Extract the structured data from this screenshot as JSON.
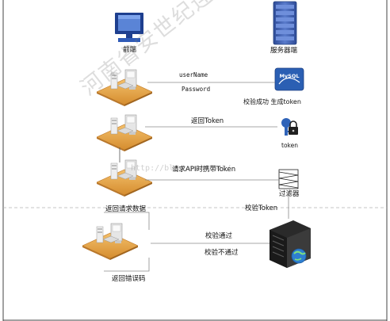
{
  "nodes": {
    "frontend": "前端",
    "server": "服务器端",
    "token_label": "token",
    "filter": "过滤器"
  },
  "messages": {
    "username": "userName",
    "password": "Password",
    "verify_generate": "校验成功 生成token",
    "return_token": "返回Token",
    "request_api": "请求API时携带Token",
    "verify_token": "校验Token",
    "verify_pass": "校验通过",
    "verify_fail": "校验不通过",
    "return_data": "返回请求数据",
    "return_error": "返回错误码"
  },
  "icons": {
    "mysql_text": "MySQL"
  },
  "watermark": {
    "text": "河南省安世纪连天",
    "url": "http://blog.csdn.net/"
  },
  "colors": {
    "line": "#8a8a8a",
    "dashed": "#b4b4b4",
    "server_blue": "#3a5bab",
    "desk_wood": "#e8a64a"
  }
}
